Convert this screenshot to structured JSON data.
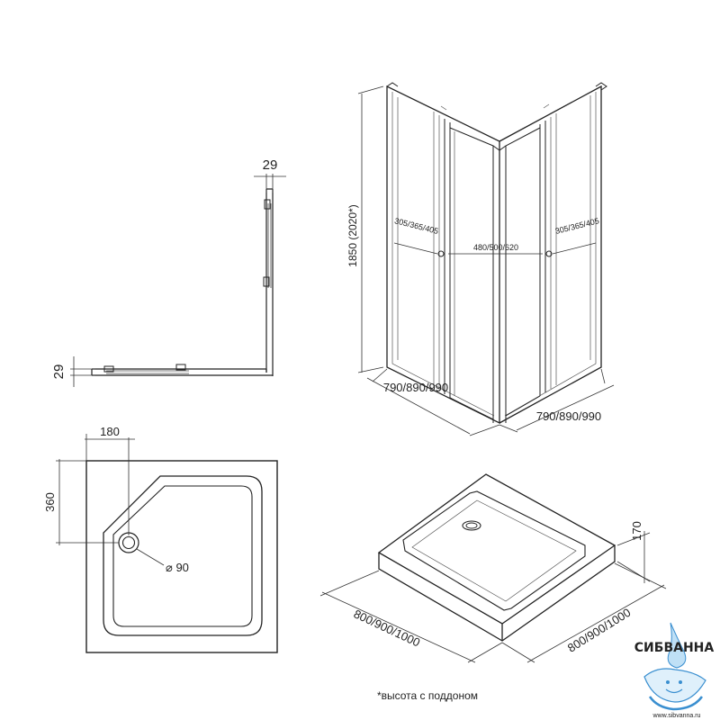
{
  "top_view": {
    "profile_width": "29",
    "profile_height": "29"
  },
  "cabin_view": {
    "height": "1850 (2020*)",
    "left_door": "305/365/405",
    "center_door": "480/500/620",
    "right_door": "305/365/405",
    "width_left": "790/890/990",
    "width_right": "790/890/990"
  },
  "tray_top_view": {
    "corner_x": "180",
    "corner_y": "360",
    "drain_diameter": "⌀ 90"
  },
  "tray_iso_view": {
    "height": "170",
    "width_left": "800/900/1000",
    "width_right": "800/900/1000"
  },
  "footnote": "*высота с поддоном",
  "logo": {
    "brand": "СИБВАННА",
    "url": "www.sibvanna.ru"
  },
  "colors": {
    "line": "#222222",
    "logo_blue": "#3a8fd0",
    "logo_light": "#bfe0f6"
  }
}
